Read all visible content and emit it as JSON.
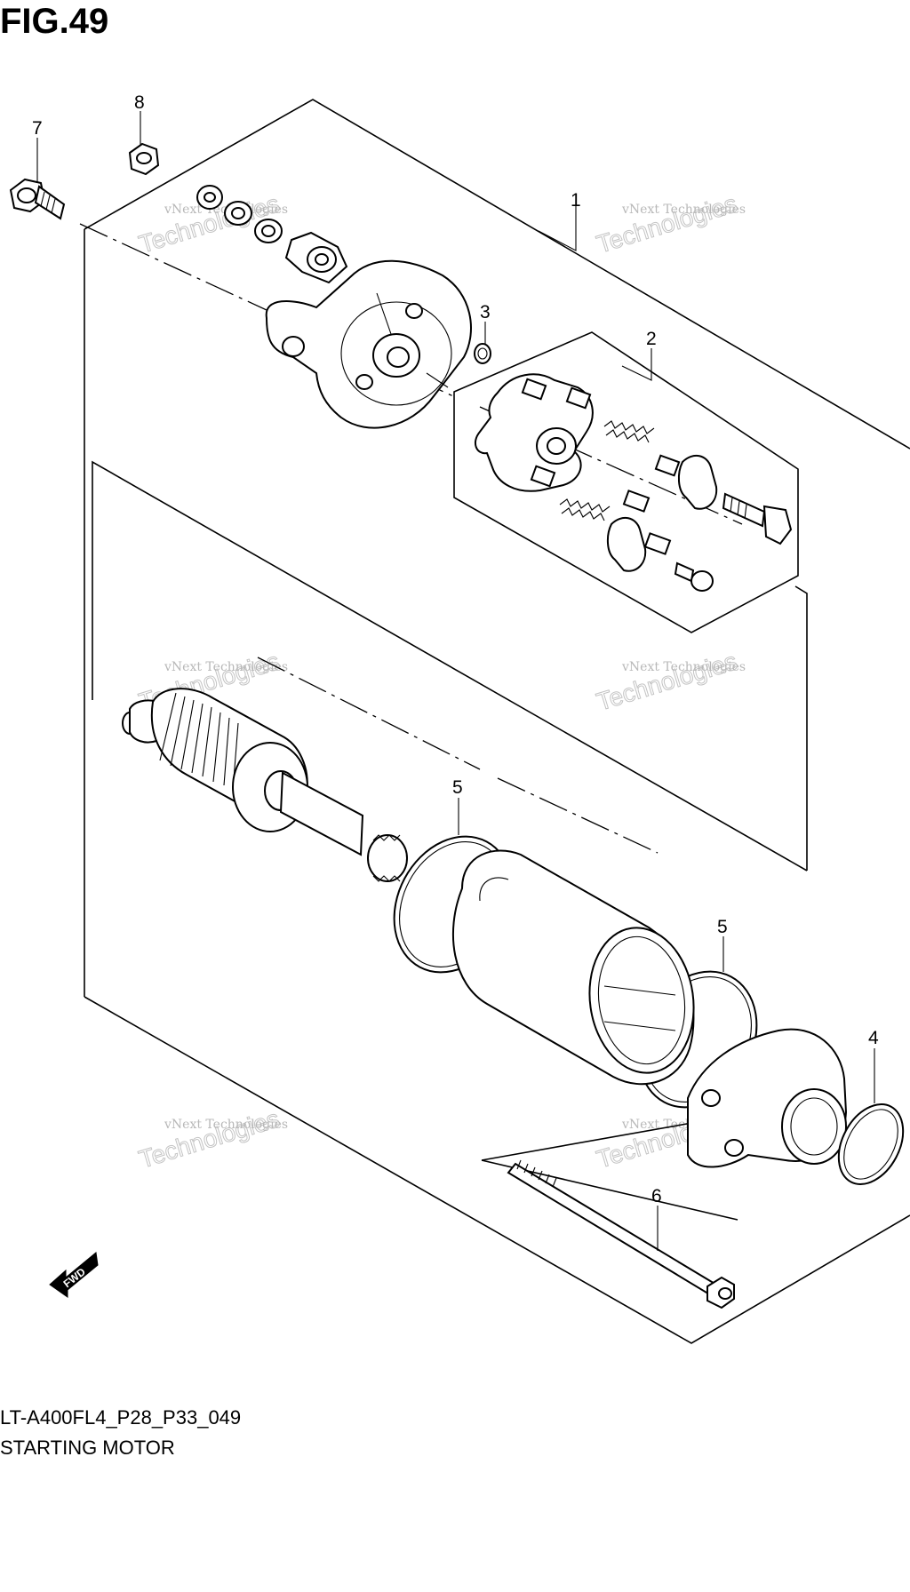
{
  "figure": {
    "title": "FIG.49",
    "drawing_code": "LT-A400FL4_P28_P33_049",
    "name": "STARTING MOTOR"
  },
  "callouts": [
    {
      "id": "c1",
      "label": "1"
    },
    {
      "id": "c2",
      "label": "2"
    },
    {
      "id": "c3",
      "label": "3"
    },
    {
      "id": "c4",
      "label": "4"
    },
    {
      "id": "c5a",
      "label": "5"
    },
    {
      "id": "c5b",
      "label": "5"
    },
    {
      "id": "c6",
      "label": "6"
    },
    {
      "id": "c7",
      "label": "7"
    },
    {
      "id": "c8",
      "label": "8"
    }
  ],
  "watermark": {
    "line1": "vNext Technologies",
    "line2": "Technologies"
  },
  "fwd_label": "FWD"
}
